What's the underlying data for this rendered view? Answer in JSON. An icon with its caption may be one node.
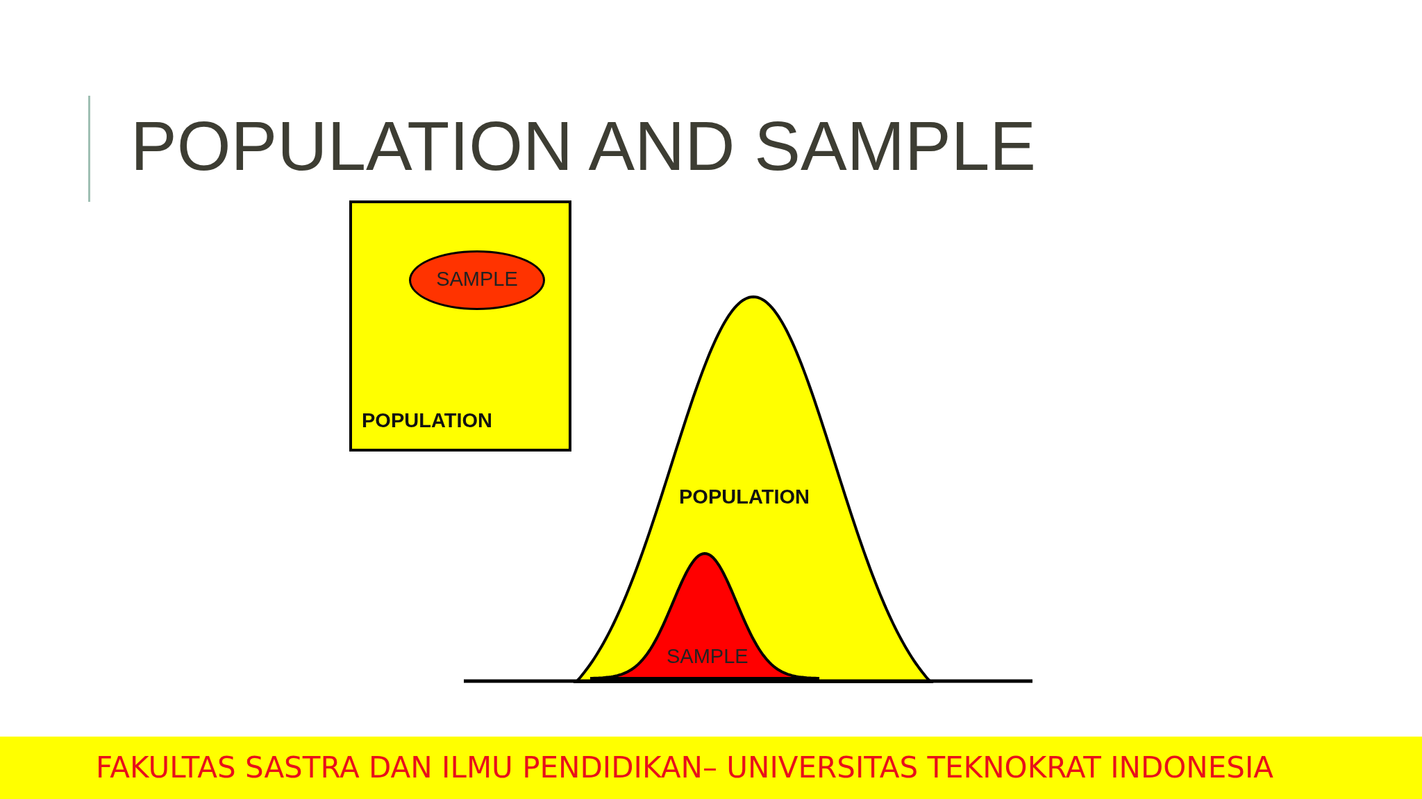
{
  "diagram": {
    "title": "POPULATION AND SAMPLE",
    "nodes": [
      {
        "text": [
          "POPULATION"
        ]
      },
      {
        "text": [
          "SAMPLE"
        ],
        "in": 0
      },
      {
        "text": [
          "POPULATION"
        ]
      },
      {
        "text": [
          "SAMPLE"
        ],
        "in": 2
      }
    ],
    "labels": [
      "FAKULTAS SASTRA DAN ILMU PENDIDIKAN– UNIVERSITAS TEKNOKRAT INDONESIA"
    ]
  }
}
